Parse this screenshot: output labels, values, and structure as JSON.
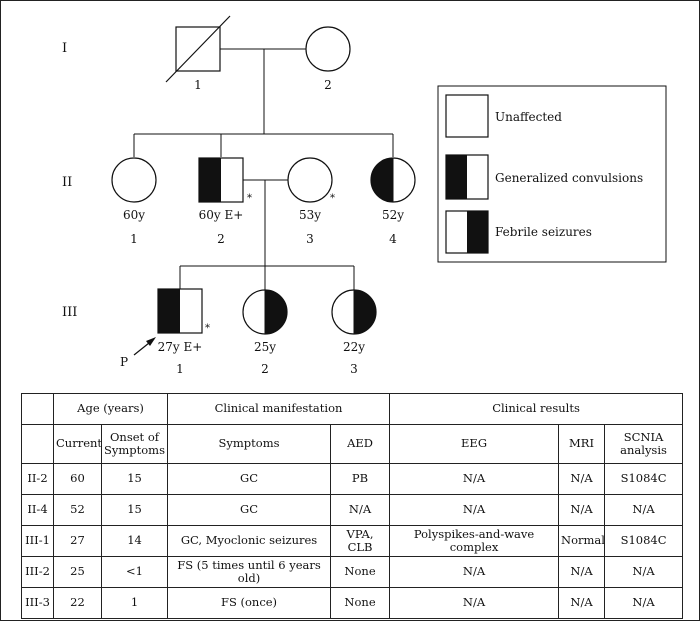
{
  "pedigree": {
    "generations": [
      "I",
      "II",
      "III"
    ],
    "individuals": {
      "I-1": {
        "number": "1",
        "sex": "male",
        "deceased": true,
        "phenotype": "unaffected"
      },
      "I-2": {
        "number": "2",
        "sex": "female",
        "phenotype": "unaffected"
      },
      "II-1": {
        "number": "1",
        "sex": "female",
        "phenotype": "unaffected",
        "age": "60y"
      },
      "II-2": {
        "number": "2",
        "sex": "male",
        "phenotype": "generalized convulsions",
        "age": "60y E+",
        "marker": "*"
      },
      "II-3": {
        "number": "3",
        "sex": "female",
        "phenotype": "unaffected",
        "age": "53y",
        "marker": "*"
      },
      "II-4": {
        "number": "4",
        "sex": "female",
        "phenotype": "generalized convulsions",
        "age": "52y"
      },
      "III-1": {
        "number": "1",
        "sex": "male",
        "phenotype": "generalized convulsions",
        "age": "27y E+",
        "marker": "*",
        "proband": true
      },
      "III-2": {
        "number": "2",
        "sex": "female",
        "phenotype": "febrile seizures",
        "age": "25y"
      },
      "III-3": {
        "number": "3",
        "sex": "female",
        "phenotype": "febrile seizures",
        "age": "22y"
      }
    },
    "proband_label": "P",
    "legend": [
      {
        "label": "Unaffected",
        "fill": "none"
      },
      {
        "label": "Generalized convulsions",
        "fill": "left-half-black"
      },
      {
        "label": "Febrile seizures",
        "fill": "right-half-black"
      }
    ]
  },
  "table": {
    "group_headers": {
      "age": "Age (years)",
      "clinical_manifestation": "Clinical manifestation",
      "clinical_results": "Clinical results"
    },
    "sub_headers": {
      "current": "Current",
      "onset": "Onset of Symptoms",
      "symptoms": "Symptoms",
      "aed": "AED",
      "eeg": "EEG",
      "mri": "MRI",
      "scn1a": "SCNIA analysis"
    },
    "rows": [
      {
        "id": "II-2",
        "current": "60",
        "onset": "15",
        "symptoms": "GC",
        "aed": "PB",
        "eeg": "N/A",
        "mri": "N/A",
        "scn1a": "S1084C"
      },
      {
        "id": "II-4",
        "current": "52",
        "onset": "15",
        "symptoms": "GC",
        "aed": "N/A",
        "eeg": "N/A",
        "mri": "N/A",
        "scn1a": "N/A"
      },
      {
        "id": "III-1",
        "current": "27",
        "onset": "14",
        "symptoms": "GC, Myoclonic seizures",
        "aed": "VPA, CLB",
        "eeg": "Polyspikes-and-wave complex",
        "mri": "Normal",
        "scn1a": "S1084C"
      },
      {
        "id": "III-2",
        "current": "25",
        "onset": "<1",
        "symptoms": "FS (5 times until 6 years old)",
        "aed": "None",
        "eeg": "N/A",
        "mri": "N/A",
        "scn1a": "N/A"
      },
      {
        "id": "III-3",
        "current": "22",
        "onset": "1",
        "symptoms": "FS (once)",
        "aed": "None",
        "eeg": "N/A",
        "mri": "N/A",
        "scn1a": "N/A"
      }
    ]
  }
}
